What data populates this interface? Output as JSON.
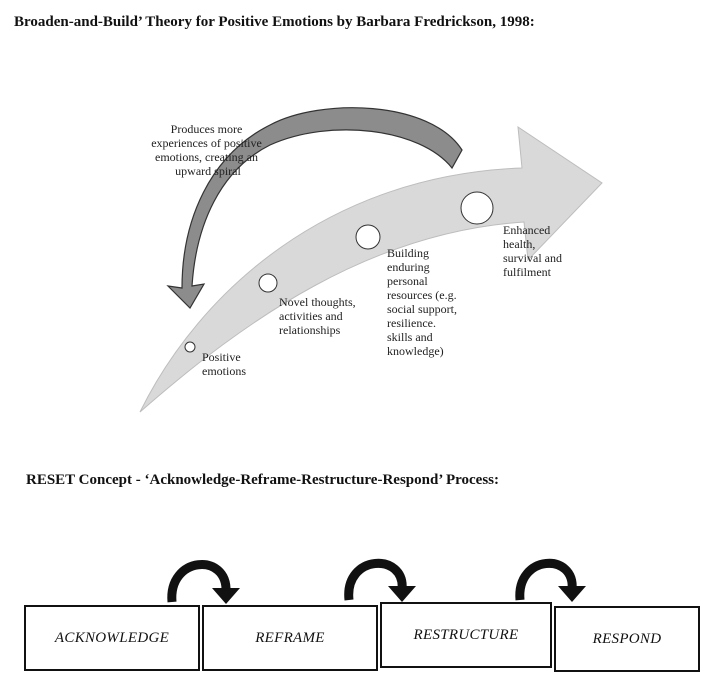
{
  "section1": {
    "title": "Broaden-and-Build’ Theory for Positive Emotions by Barbara Fredrickson, 1998:",
    "loop_label": [
      "Produces more",
      "experiences of positive",
      "emotions, creating an",
      "upward spiral"
    ],
    "stages": [
      {
        "lines": [
          "Positive",
          "emotions"
        ]
      },
      {
        "lines": [
          "Novel thoughts,",
          "activities and",
          "relationships"
        ]
      },
      {
        "lines": [
          "Building",
          "enduring",
          "personal",
          "resources (e.g.",
          "social support,",
          "resilience.",
          "skills and",
          "knowledge)"
        ]
      },
      {
        "lines": [
          "Enhanced",
          "health,",
          "survival and",
          "fulfilment"
        ]
      }
    ]
  },
  "section2": {
    "title": "RESET Concept - ‘Acknowledge-Reframe-Restructure-Respond’ Process:",
    "steps": [
      "ACKNOWLEDGE",
      "REFRAME",
      "RESTRUCTURE",
      "RESPOND"
    ]
  },
  "colors": {
    "arrow_light": "#d9d9d9",
    "arrow_dark": "#8c8c8c",
    "ink": "#111111"
  }
}
